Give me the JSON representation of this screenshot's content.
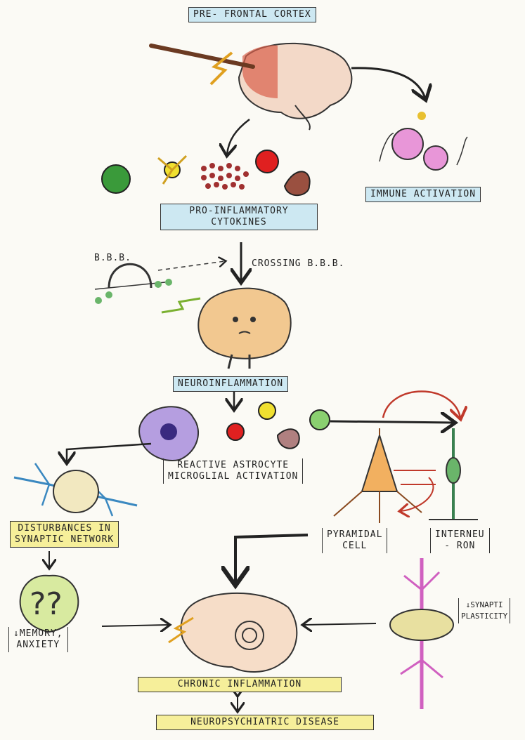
{
  "labels": {
    "pfc": "PRE- FRONTAL CORTEX",
    "immune": "IMMUNE ACTIVATION",
    "cytokines_1": "PRO-INFLAMMATORY",
    "cytokines_2": "CYTOKINES",
    "bbb": "B.B.B.",
    "crossing": "CROSSING B.B.B.",
    "neuroinflammation": "NEUROINFLAMMATION",
    "astro_1": "REACTIVE ASTROCYTE",
    "astro_2": "MICROGLIAL ACTIVATION",
    "disturb_1": "DISTURBANCES IN",
    "disturb_2": "SYNAPTIC NETWORK",
    "pyramidal_1": "PYRAMIDAL",
    "pyramidal_2": "CELL",
    "interneuron_1": "INTERNEU",
    "interneuron_2": "- RON",
    "memory_1": "↓MEMORY,",
    "memory_2": "ANXIETY",
    "synaptic_1": "↓SYNAPTI",
    "synaptic_2": "PLASTICITY",
    "chronic": "CHRONIC INFLAMMATION",
    "disease": "NEUROPSYCHIATRIC DISEASE"
  },
  "colors": {
    "label_blue": "#cde8f2",
    "label_yellow": "#f6ef9a",
    "ink": "#222222"
  }
}
